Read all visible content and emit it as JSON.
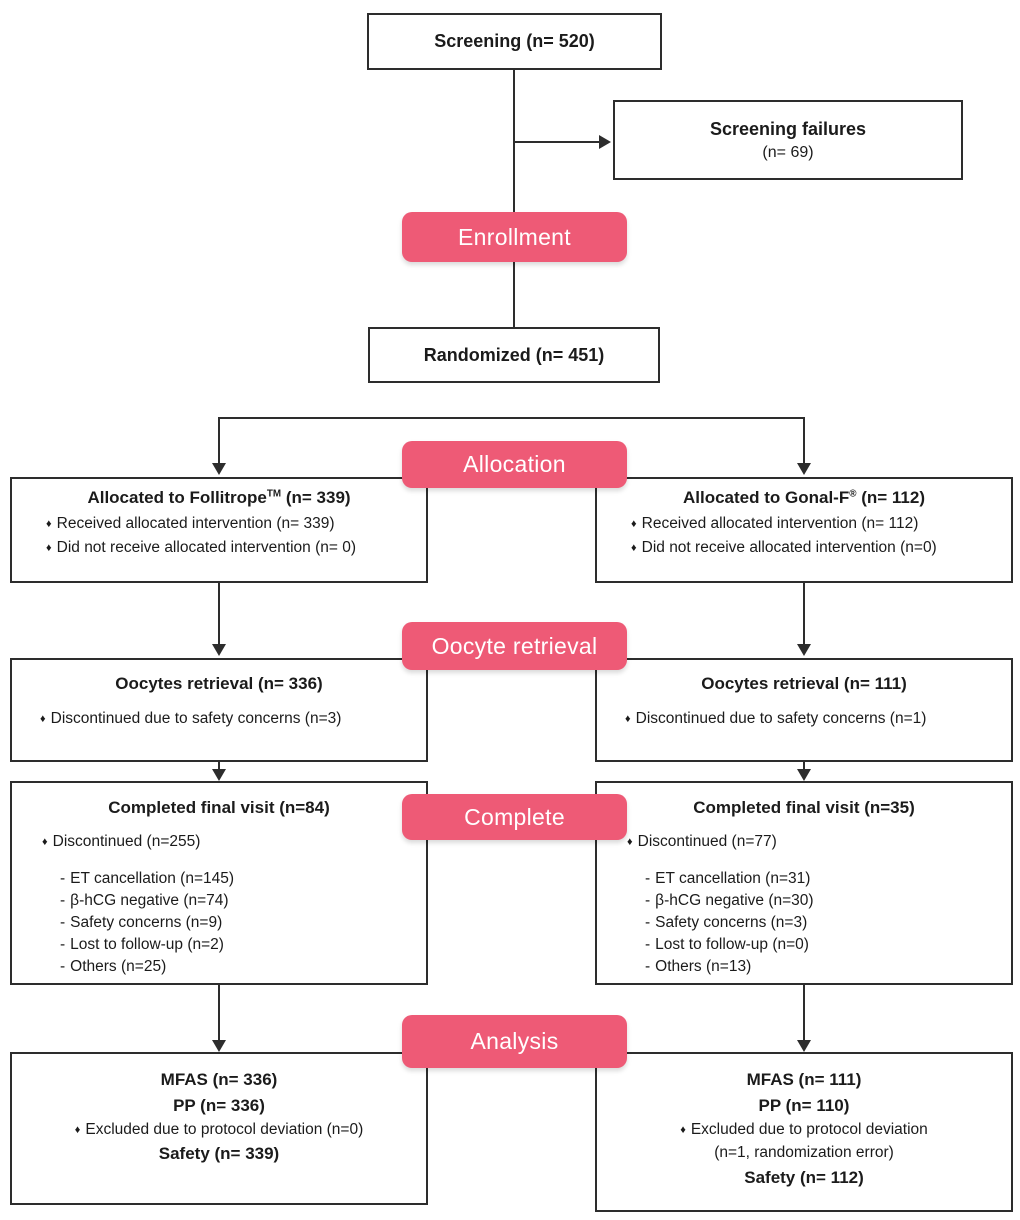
{
  "colors": {
    "accent": "#ee5a76",
    "line": "#2d2d2d",
    "text": "#1b1b1b"
  },
  "glyphs": {
    "diamond": "♦",
    "dash": "-"
  },
  "badges": {
    "enrollment": "Enrollment",
    "allocation": "Allocation",
    "oocyte_retrieval": "Oocyte retrieval",
    "complete": "Complete",
    "analysis": "Analysis"
  },
  "nodes": {
    "screening": {
      "title": "Screening (n= 520)"
    },
    "screening_failures": {
      "line1": "Screening failures",
      "line2": "(n= 69)"
    },
    "randomized": {
      "title": "Randomized (n= 451)"
    },
    "allocation_left": {
      "title_main": "Allocated to Follitrope",
      "title_sup": "TM",
      "title_tail": " (n= 339)",
      "bullets": [
        "Received allocated intervention (n= 339)",
        "Did not receive allocated intervention (n= 0)"
      ]
    },
    "allocation_right": {
      "title_main": "Allocated to Gonal-F",
      "title_sup": "®",
      "title_tail": " (n= 112)",
      "bullets": [
        "Received allocated intervention (n= 112)",
        "Did not receive allocated intervention (n=0)"
      ]
    },
    "oocyte_left": {
      "title": "Oocytes retrieval (n= 336)",
      "bullet": "Discontinued due to safety concerns (n=3)"
    },
    "oocyte_right": {
      "title": "Oocytes retrieval (n= 111)",
      "bullet": "Discontinued due to safety concerns (n=1)"
    },
    "complete_left": {
      "title": "Completed final visit (n=84)",
      "bullet": "Discontinued (n=255)",
      "subitems": [
        "ET cancellation (n=145)",
        "β-hCG negative (n=74)",
        "Safety concerns (n=9)",
        "Lost to follow-up (n=2)",
        "Others (n=25)"
      ]
    },
    "complete_right": {
      "title": "Completed final visit (n=35)",
      "bullet": "Discontinued (n=77)",
      "subitems": [
        "ET cancellation (n=31)",
        "β-hCG negative (n=30)",
        "Safety concerns (n=3)",
        "Lost to follow-up (n=0)",
        "Others (n=13)"
      ]
    },
    "analysis_left": {
      "mfas": "MFAS (n= 336)",
      "pp": "PP (n= 336)",
      "excluded": "Excluded due to protocol deviation (n=0)",
      "safety": "Safety (n= 339)"
    },
    "analysis_right": {
      "mfas": "MFAS (n= 111)",
      "pp": "PP (n= 110)",
      "excluded": "Excluded due to protocol deviation",
      "excluded_cont": "(n=1, randomization error)",
      "safety": "Safety (n= 112)"
    }
  }
}
